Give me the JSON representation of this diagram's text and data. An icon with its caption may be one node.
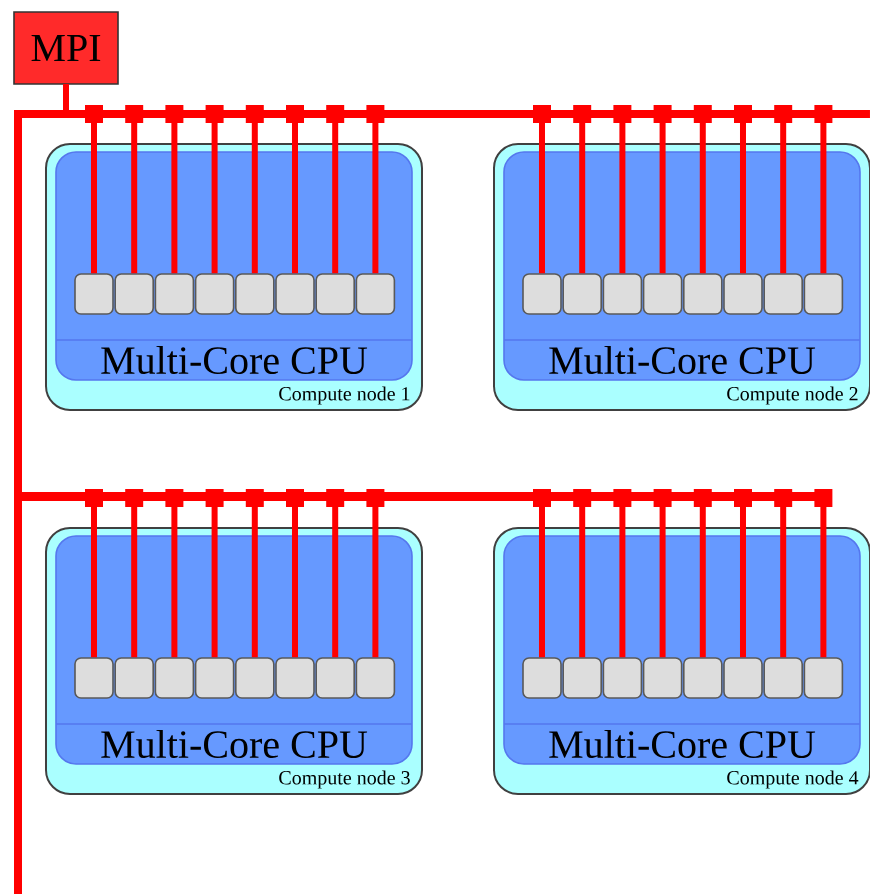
{
  "diagram": {
    "nodes": [
      {
        "text": [
          "MPI"
        ]
      },
      {
        "text": [
          "Compute node 1"
        ]
      },
      {
        "text": [
          "Multi-Core CPU"
        ],
        "in": 1
      },
      {
        "text": [],
        "shape": "box",
        "in": 2
      },
      {
        "text": [],
        "shape": "box",
        "in": 2
      },
      {
        "text": [],
        "shape": "box",
        "in": 2
      },
      {
        "text": [],
        "shape": "box",
        "in": 2
      },
      {
        "text": [],
        "shape": "box",
        "in": 2
      },
      {
        "text": [],
        "shape": "box",
        "in": 2
      },
      {
        "text": [],
        "shape": "box",
        "in": 2
      },
      {
        "text": [],
        "shape": "box",
        "in": 2
      },
      {
        "text": [
          "Compute node 2"
        ]
      },
      {
        "text": [
          "Multi-Core CPU"
        ],
        "in": 11
      },
      {
        "text": [],
        "shape": "box",
        "in": 12
      },
      {
        "text": [],
        "shape": "box",
        "in": 12
      },
      {
        "text": [],
        "shape": "box",
        "in": 12
      },
      {
        "text": [],
        "shape": "box",
        "in": 12
      },
      {
        "text": [],
        "shape": "box",
        "in": 12
      },
      {
        "text": [],
        "shape": "box",
        "in": 12
      },
      {
        "text": [],
        "shape": "box",
        "in": 12
      },
      {
        "text": [],
        "shape": "box",
        "in": 12
      },
      {
        "text": [
          "Compute node 3"
        ]
      },
      {
        "text": [
          "Multi-Core CPU"
        ],
        "in": 21
      },
      {
        "text": [],
        "shape": "box",
        "in": 22
      },
      {
        "text": [],
        "shape": "box",
        "in": 22
      },
      {
        "text": [],
        "shape": "box",
        "in": 22
      },
      {
        "text": [],
        "shape": "box",
        "in": 22
      },
      {
        "text": [],
        "shape": "box",
        "in": 22
      },
      {
        "text": [],
        "shape": "box",
        "in": 22
      },
      {
        "text": [],
        "shape": "box",
        "in": 22
      },
      {
        "text": [],
        "shape": "box",
        "in": 22
      },
      {
        "text": [
          "Compute node 4"
        ]
      },
      {
        "text": [
          "Multi-Core CPU"
        ],
        "in": 31
      },
      {
        "text": [],
        "shape": "box",
        "in": 32
      },
      {
        "text": [],
        "shape": "box",
        "in": 32
      },
      {
        "text": [],
        "shape": "box",
        "in": 32
      },
      {
        "text": [],
        "shape": "box",
        "in": 32
      },
      {
        "text": [],
        "shape": "box",
        "in": 32
      },
      {
        "text": [],
        "shape": "box",
        "in": 32
      },
      {
        "text": [],
        "shape": "box",
        "in": 32
      },
      {
        "text": [],
        "shape": "box",
        "in": 32
      }
    ],
    "edges": [
      {
        "from": 0,
        "to": 3,
        "arrow": "none"
      },
      {
        "from": 0,
        "to": 4,
        "arrow": "none"
      },
      {
        "from": 0,
        "to": 5,
        "arrow": "none"
      },
      {
        "from": 0,
        "to": 6,
        "arrow": "none"
      },
      {
        "from": 0,
        "to": 7,
        "arrow": "none"
      },
      {
        "from": 0,
        "to": 8,
        "arrow": "none"
      },
      {
        "from": 0,
        "to": 9,
        "arrow": "none"
      },
      {
        "from": 0,
        "to": 10,
        "arrow": "none"
      },
      {
        "from": 0,
        "to": 13,
        "arrow": "none"
      },
      {
        "from": 0,
        "to": 14,
        "arrow": "none"
      },
      {
        "from": 0,
        "to": 15,
        "arrow": "none"
      },
      {
        "from": 0,
        "to": 16,
        "arrow": "none"
      },
      {
        "from": 0,
        "to": 17,
        "arrow": "none"
      },
      {
        "from": 0,
        "to": 18,
        "arrow": "none"
      },
      {
        "from": 0,
        "to": 19,
        "arrow": "none"
      },
      {
        "from": 0,
        "to": 20,
        "arrow": "none"
      },
      {
        "from": 0,
        "to": 23,
        "arrow": "none"
      },
      {
        "from": 0,
        "to": 24,
        "arrow": "none"
      },
      {
        "from": 0,
        "to": 25,
        "arrow": "none"
      },
      {
        "from": 0,
        "to": 26,
        "arrow": "none"
      },
      {
        "from": 0,
        "to": 27,
        "arrow": "none"
      },
      {
        "from": 0,
        "to": 28,
        "arrow": "none"
      },
      {
        "from": 0,
        "to": 29,
        "arrow": "none"
      },
      {
        "from": 0,
        "to": 30,
        "arrow": "none"
      },
      {
        "from": 0,
        "to": 33,
        "arrow": "none"
      },
      {
        "from": 0,
        "to": 34,
        "arrow": "none"
      },
      {
        "from": 0,
        "to": 35,
        "arrow": "none"
      },
      {
        "from": 0,
        "to": 36,
        "arrow": "none"
      },
      {
        "from": 0,
        "to": 37,
        "arrow": "none"
      },
      {
        "from": 0,
        "to": 38,
        "arrow": "none"
      },
      {
        "from": 0,
        "to": 39,
        "arrow": "none"
      },
      {
        "from": 0,
        "to": 40,
        "arrow": "none"
      }
    ]
  }
}
